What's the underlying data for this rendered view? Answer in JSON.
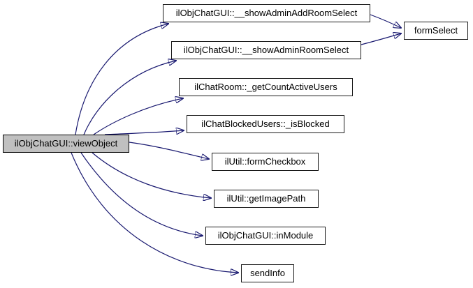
{
  "diagram": {
    "type": "call-graph",
    "description": "Doxygen-style function call graph",
    "colors": {
      "edge": "#191970",
      "node_fill": "#ffffff",
      "node_border": "#1a1a1a",
      "current_node_fill": "#c0c0c0",
      "background": "#ffffff",
      "text": "#000000"
    },
    "nodes": [
      {
        "id": "viewObject",
        "label": "ilObjChatGUI::viewObject",
        "current": true
      },
      {
        "id": "showAdminAddRoomSelect",
        "label": "ilObjChatGUI::__showAdminAddRoomSelect",
        "current": false
      },
      {
        "id": "showAdminRoomSelect",
        "label": "ilObjChatGUI::__showAdminRoomSelect",
        "current": false
      },
      {
        "id": "getCountActiveUsers",
        "label": "ilChatRoom::_getCountActiveUsers",
        "current": false
      },
      {
        "id": "isBlocked",
        "label": "ilChatBlockedUsers::_isBlocked",
        "current": false
      },
      {
        "id": "formCheckbox",
        "label": "ilUtil::formCheckbox",
        "current": false
      },
      {
        "id": "getImagePath",
        "label": "ilUtil::getImagePath",
        "current": false
      },
      {
        "id": "inModule",
        "label": "ilObjChatGUI::inModule",
        "current": false
      },
      {
        "id": "sendInfo",
        "label": "sendInfo",
        "current": false
      },
      {
        "id": "formSelect",
        "label": "formSelect",
        "current": false
      }
    ],
    "edges": [
      {
        "from": "viewObject",
        "to": "showAdminAddRoomSelect"
      },
      {
        "from": "viewObject",
        "to": "showAdminRoomSelect"
      },
      {
        "from": "viewObject",
        "to": "getCountActiveUsers"
      },
      {
        "from": "viewObject",
        "to": "isBlocked"
      },
      {
        "from": "viewObject",
        "to": "formCheckbox"
      },
      {
        "from": "viewObject",
        "to": "getImagePath"
      },
      {
        "from": "viewObject",
        "to": "inModule"
      },
      {
        "from": "viewObject",
        "to": "sendInfo"
      },
      {
        "from": "showAdminAddRoomSelect",
        "to": "formSelect"
      },
      {
        "from": "showAdminRoomSelect",
        "to": "formSelect"
      }
    ]
  }
}
